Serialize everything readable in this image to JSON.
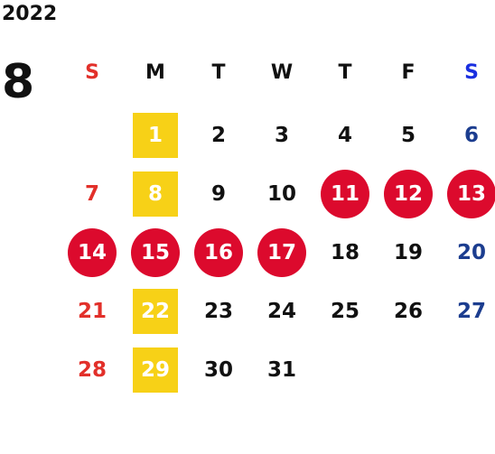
{
  "calendar": {
    "year": "2022",
    "month": "8",
    "weekdays": [
      "S",
      "M",
      "T",
      "W",
      "T",
      "F",
      "S"
    ],
    "rows": [
      [
        "",
        "1",
        "2",
        "3",
        "4",
        "5",
        "6"
      ],
      [
        "7",
        "8",
        "9",
        "10",
        "11",
        "12",
        "13"
      ],
      [
        "14",
        "15",
        "16",
        "17",
        "18",
        "19",
        "20"
      ],
      [
        "21",
        "22",
        "23",
        "24",
        "25",
        "26",
        "27"
      ],
      [
        "28",
        "29",
        "30",
        "31",
        "",
        "",
        ""
      ]
    ],
    "yellow_days": [
      "1",
      "8",
      "22",
      "29"
    ],
    "red_days": [
      "11",
      "12",
      "13",
      "14",
      "15",
      "16",
      "17"
    ]
  },
  "colors": {
    "sunday": "#e2302a",
    "saturday": "#1c3d8f",
    "saturday_header": "#1a2fe0",
    "weekday": "#111111",
    "yellow_mark": "#f7d117",
    "red_mark": "#dc0a2d"
  }
}
